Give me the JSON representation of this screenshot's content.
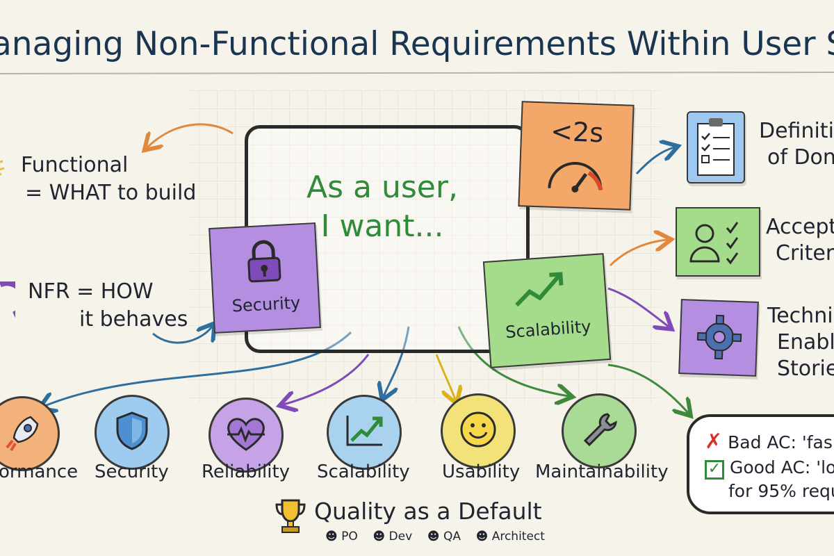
{
  "title": "anaging Non-Functional Requirements Within User Stori",
  "left_notes": {
    "functional_line1": "Functional",
    "functional_line2": "= WHAT to build",
    "nfr_line1": "NFR = HOW",
    "nfr_line2": "it behaves"
  },
  "story_card": {
    "line1": "As a user,",
    "line2": "I want..."
  },
  "stickies": {
    "security_label": "Security",
    "performance_target": "<2s",
    "scalability_label": "Scalability"
  },
  "right_items": [
    {
      "line1": "Definiti",
      "line2": "of Don"
    },
    {
      "line1": "Accepta",
      "line2": "Criteri"
    },
    {
      "line1": "Technic",
      "line2": "Enable",
      "line3": "Storie"
    }
  ],
  "categories": [
    {
      "label": "ormance",
      "icon": "rocket-icon",
      "color": "#f2b27a"
    },
    {
      "label": "Security",
      "icon": "shield-icon",
      "color": "#9fcbee"
    },
    {
      "label": "Reliability",
      "icon": "heartbeat-icon",
      "color": "#c6a3e6"
    },
    {
      "label": "Scalability",
      "icon": "growth-chart-icon",
      "color": "#a9d2ef"
    },
    {
      "label": "Usability",
      "icon": "smiley-icon",
      "color": "#f3e27a"
    },
    {
      "label": "Maintainability",
      "icon": "wrench-icon",
      "color": "#a9db96"
    }
  ],
  "acceptance_examples": {
    "bad": "Bad AC: 'fas",
    "good_line1": "Good AC: 'loa",
    "good_line2": "for 95% requ"
  },
  "footer": {
    "tagline": "Quality as a Default",
    "roles": [
      "PO",
      "Dev",
      "QA",
      "Architect"
    ]
  },
  "colors": {
    "title": "#1a3550",
    "story_text": "#2f8a3a",
    "security_sticky": "#b48ee0",
    "performance_sticky": "#f3a86a",
    "scalability_sticky": "#a5dc8c",
    "checklist_card": "#9fc8f0",
    "acceptance_card": "#a5dc8c",
    "enabler_card": "#b48ee0",
    "arrow_blue": "#2f6fa0",
    "arrow_orange": "#e0893c",
    "arrow_purple": "#7e4bb8",
    "arrow_green": "#3d8a3d"
  }
}
